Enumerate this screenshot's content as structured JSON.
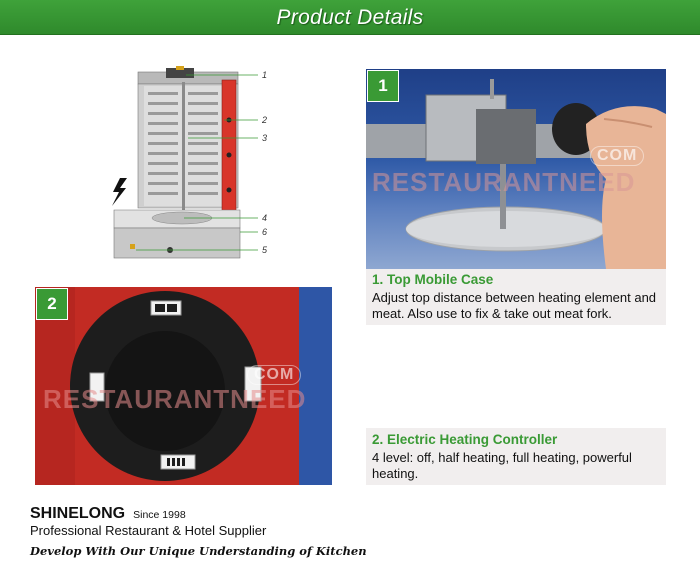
{
  "banner": {
    "title": "Product Details"
  },
  "diagram": {
    "callouts": [
      "1",
      "2",
      "3",
      "4",
      "6",
      "5"
    ]
  },
  "photo1": {
    "badge": "1",
    "watermark_com": "COM",
    "watermark_brand": "RESTAURANTNEED"
  },
  "photo2": {
    "badge": "2",
    "watermark_com": "COM",
    "watermark_brand": "RESTAURANTNEED"
  },
  "caption1": {
    "title": "1. Top Mobile Case",
    "text": "Adjust top distance between heating element and meat. Also use to fix & take out meat fork."
  },
  "caption2": {
    "title": "2. Electric Heating Controller",
    "text": "4 level: off, half heating, full heating, powerful heating."
  },
  "footer": {
    "brand": "SHINELONG",
    "since": "Since 1998",
    "supplier": "Professional Restaurant & Hotel Supplier",
    "slogan": "Develop With Our Unique Understanding of Kitchen"
  },
  "colors": {
    "accent_green": "#3a9a35",
    "heater_red": "#d8352a",
    "caption_bg": "#f1eeee"
  }
}
